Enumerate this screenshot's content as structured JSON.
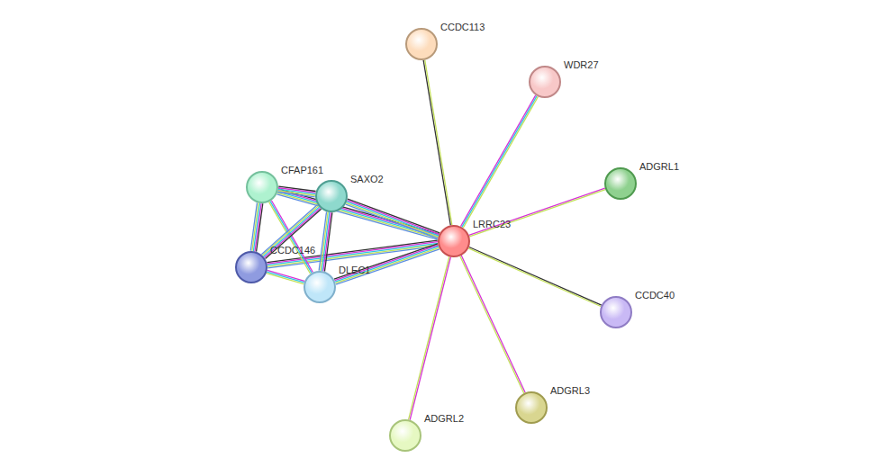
{
  "diagram": {
    "nodes": [
      {
        "text": [
          "CCDC113"
        ]
      },
      {
        "text": [
          "WDR27"
        ]
      },
      {
        "text": [
          "ADGRL1"
        ]
      },
      {
        "text": [
          "CFAP161"
        ]
      },
      {
        "text": [
          "SAXO2"
        ]
      },
      {
        "text": [
          "LRRC23"
        ]
      },
      {
        "text": [
          "CCDC146"
        ]
      },
      {
        "text": [
          "DLEC1"
        ]
      },
      {
        "text": [
          "CCDC40"
        ]
      },
      {
        "text": [
          "ADGRL3"
        ]
      },
      {
        "text": [
          "ADGRL2"
        ]
      }
    ],
    "edges": [
      {
        "from": 5,
        "to": 0,
        "arrow": "none"
      },
      {
        "from": 5,
        "to": 1,
        "arrow": "none"
      },
      {
        "from": 5,
        "to": 2,
        "arrow": "none"
      },
      {
        "from": 3,
        "to": 5,
        "arrow": "none"
      },
      {
        "from": 4,
        "to": 5,
        "arrow": "none"
      },
      {
        "from": 6,
        "to": 5,
        "arrow": "none"
      },
      {
        "from": 7,
        "to": 5,
        "arrow": "none"
      },
      {
        "from": 5,
        "to": 8,
        "arrow": "none"
      },
      {
        "from": 5,
        "to": 9,
        "arrow": "none"
      },
      {
        "from": 5,
        "to": 10,
        "arrow": "none"
      },
      {
        "from": 3,
        "to": 4,
        "arrow": "none"
      },
      {
        "from": 3,
        "to": 6,
        "arrow": "none"
      },
      {
        "from": 3,
        "to": 7,
        "arrow": "none"
      },
      {
        "from": 4,
        "to": 6,
        "arrow": "none"
      },
      {
        "from": 4,
        "to": 7,
        "arrow": "none"
      },
      {
        "from": 6,
        "to": 7,
        "arrow": "none"
      }
    ]
  }
}
